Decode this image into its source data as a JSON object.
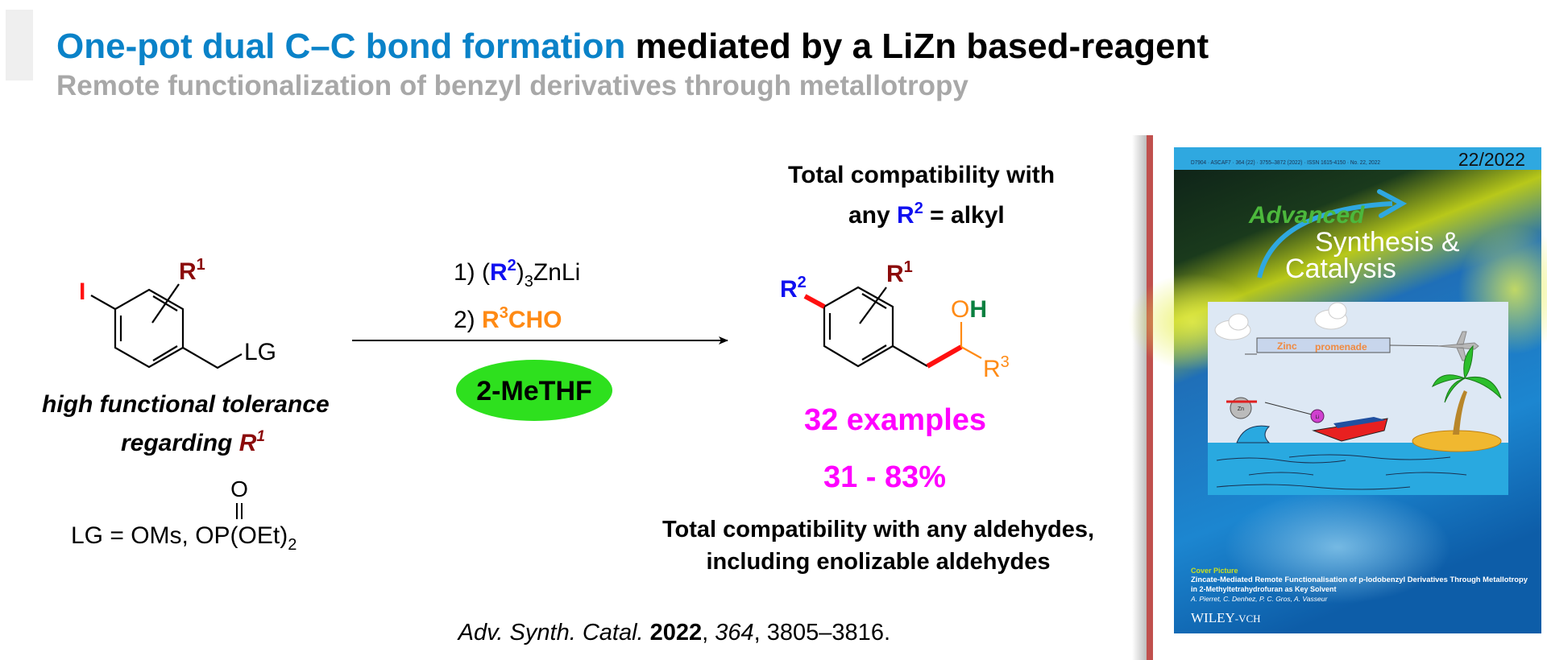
{
  "header": {
    "title_highlight": "One-pot dual C–C bond formation",
    "title_rest": " mediated by a LiZn based-reagent",
    "subtitle": "Remote functionalization of benzyl derivatives through metallotropy"
  },
  "reactant": {
    "iodo": "I",
    "r1": "R",
    "r1_sup": "1",
    "lg": "LG"
  },
  "reactant_note": {
    "line1": "high functional tolerance",
    "line2": "regarding ",
    "r": "R",
    "sup": "1"
  },
  "lg_definition": {
    "carbonyl_o": "O",
    "text": "LG = OMs, OP(OEt)",
    "sub": "2"
  },
  "conditions": {
    "step1_prefix": "1) (",
    "step1_r": "R",
    "step1_sup": "2",
    "step1_close": ")",
    "step1_sub": "3",
    "step1_suffix": "ZnLi",
    "step2_prefix": "2) ",
    "step2_r": "R",
    "step2_sup": "3",
    "step2_suffix": "CHO",
    "solvent": "2-MeTHF"
  },
  "product": {
    "r2": "R",
    "r2_sup": "2",
    "r1": "R",
    "r1_sup": "1",
    "o": "O",
    "h": "H",
    "r3": "R",
    "r3_sup": "3"
  },
  "notes": {
    "r2_line1": "Total compatibility with",
    "r2_line2_prefix": "any ",
    "r2_r": "R",
    "r2_sup": "2",
    "r2_line2_suffix": " = alkyl",
    "examples": "32 examples",
    "yield_range": "31 - 83%",
    "aldehydes_line1": "Total compatibility with any aldehydes,",
    "aldehydes_line2": "including enolizable aldehydes"
  },
  "citation": {
    "journal": "Adv. Synth. Catal.",
    "sep1": " ",
    "year": "2022",
    "sep2": ", ",
    "volume": "364",
    "pages": ", 3805–3816."
  },
  "cover": {
    "header_line": "D7904 · ASCAF7 · 364 (22) · 3755–3872 (2022) · ISSN 1615-4150 · No. 22, 2022",
    "issue": "22/2022",
    "advanced": "Advanced",
    "synthesis": "Synthesis &",
    "catalysis": "Catalysis",
    "banner_word1": "Zinc",
    "banner_word2": "promenade",
    "zn_label": "Zn",
    "li_label": "Li",
    "label": "Cover Picture",
    "title_line1": "Zincate-Mediated Remote Functionalisation of p-Iodobenzyl Derivatives Through Metallotropy",
    "title_line2": "in 2-Methyltetrahydrofuran as Key Solvent",
    "authors": "A. Pierret, C. Denhez, P. C. Gros, A. Vasseur",
    "publisher": "WILEY",
    "publisher_suffix": "-VCH"
  },
  "colors": {
    "title_blue": "#0a82c8",
    "subtitle_gray": "#a8a8a8",
    "r1_darkred": "#8b0a0a",
    "r2_blue": "#1010f0",
    "r3_orange": "#ff8a14",
    "h_green": "#0a8040",
    "magenta": "#ff00ff",
    "solvent_green": "#2ee01e",
    "iodine_red": "#ff1010",
    "divider_red": "#c0504d"
  }
}
